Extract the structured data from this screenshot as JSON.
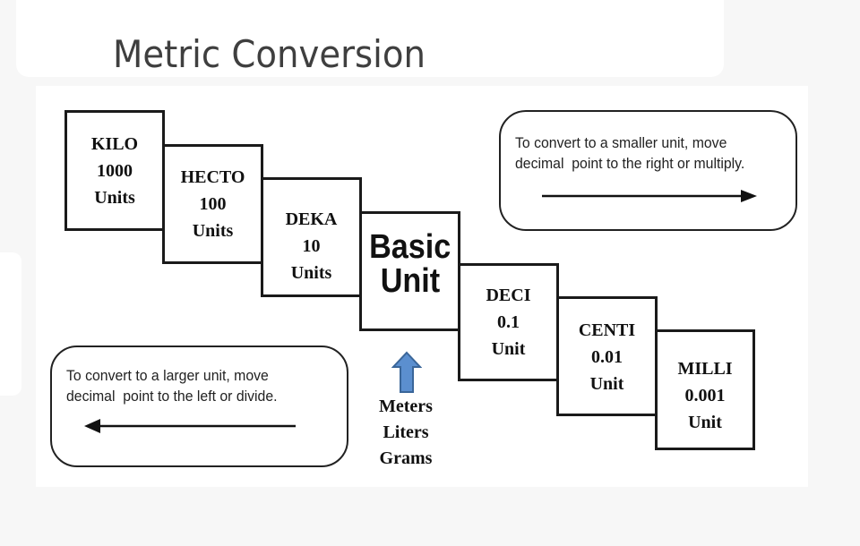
{
  "page": {
    "title": "Metric Conversion"
  },
  "colors": {
    "up_arrow_fill": "#5b8fcf",
    "up_arrow_stroke": "#3a6699",
    "box_border": "#1a1a1a",
    "title_text": "#3f3f3f"
  },
  "steps": [
    {
      "prefix": "KILO",
      "value": "1000",
      "unit": "Units"
    },
    {
      "prefix": "HECTO",
      "value": "100",
      "unit": "Units"
    },
    {
      "prefix": "DEKA",
      "value": "10",
      "unit": "Units"
    },
    {
      "prefix": "Basic",
      "value": "",
      "unit": "Unit"
    },
    {
      "prefix": "DECI",
      "value": "0.1",
      "unit": "Unit"
    },
    {
      "prefix": "CENTI",
      "value": "0.01",
      "unit": "Unit"
    },
    {
      "prefix": "MILLI",
      "value": "0.001",
      "unit": "Unit"
    }
  ],
  "smaller_unit_note": {
    "line1": "To convert to a smaller unit, move",
    "line2": "decimal  point to the right or multiply.",
    "arrow_direction": "right"
  },
  "larger_unit_note": {
    "line1": "To convert to a larger unit, move",
    "line2": "decimal  point to the left or divide.",
    "arrow_direction": "left"
  },
  "base_units": {
    "icon": "up-arrow-icon",
    "items": [
      "Meters",
      "Liters",
      "Grams"
    ]
  }
}
